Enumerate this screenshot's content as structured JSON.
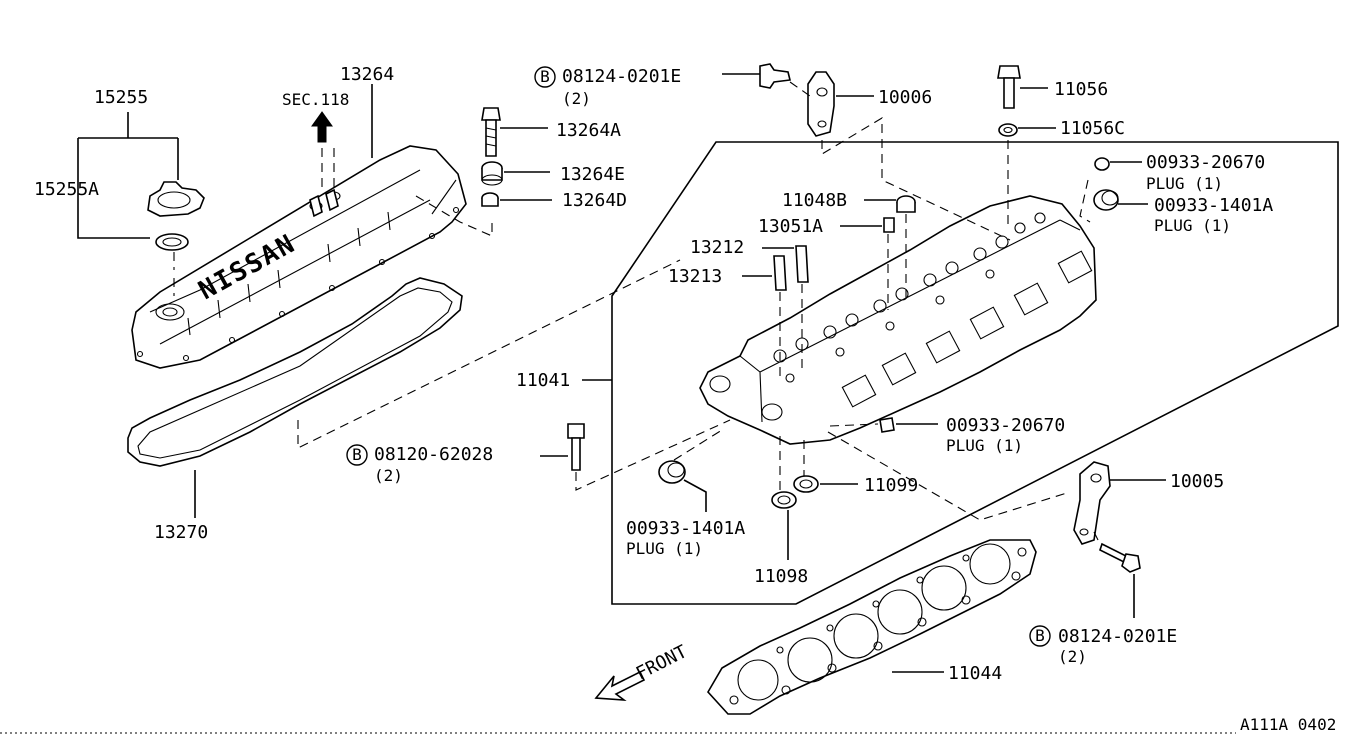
{
  "labels": {
    "p15255": "15255",
    "p15255A": "15255A",
    "sec118": "SEC.118",
    "p13264": "13264",
    "p13264A": "13264A",
    "p13264E": "13264E",
    "p13264D": "13264D",
    "p13270": "13270",
    "bolt_top_num": "08124-0201E",
    "bolt_top_qty": "(2)",
    "p10006": "10006",
    "p11056": "11056",
    "p11056C": "11056C",
    "plug_a_num": "00933-20670",
    "plug_a_text": "PLUG (1)",
    "plug_b_num": "00933-1401A",
    "plug_b_text": "PLUG (1)",
    "p11048B": "11048B",
    "p13051A": "13051A",
    "p13212": "13212",
    "p13213": "13213",
    "p11041": "11041",
    "bolt_left_num": "08120-62028",
    "bolt_left_qty": "(2)",
    "plug_c_num": "00933-20670",
    "plug_c_text": "PLUG (1)",
    "p11099": "11099",
    "plug_d_num": "00933-1401A",
    "plug_d_text": "PLUG (1)",
    "p11098": "11098",
    "p10005": "10005",
    "bolt_bot_num": "08124-0201E",
    "bolt_bot_qty": "(2)",
    "p11044": "11044",
    "front": "FRONT",
    "brand": "NISSAN",
    "bolt_letter": "B",
    "diagram_id": "A111A 0402"
  }
}
